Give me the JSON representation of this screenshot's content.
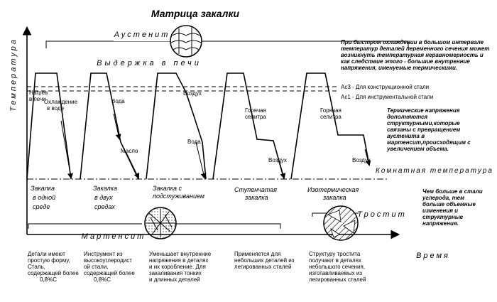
{
  "title": "Матрица закалки",
  "y_axis_label": "Температура",
  "x_axis_label": "Время",
  "austenite_label": "Аустенит",
  "hold_label": "Выдержка в печи",
  "martensite_label": "Мартенсит",
  "troostite_label": "Тростит",
  "room_temp_label": "Комнатная температура",
  "ac3_label": "Ac3 - Для конструкционной стали",
  "ac1_label": "Ac1 - Для инструментальной стали",
  "curve_labels": {
    "heating": "Нагрев в печи",
    "water_cooling": "Охлаждение в воде",
    "water": "Вода",
    "oil": "Масло",
    "air": "Воздух",
    "water2": "Вода",
    "hot_saltpeter": "Горячая селитра",
    "air2": "Воздух",
    "hot_saltpeter2": "Горячая селитра",
    "air3": "Воздух"
  },
  "methods": [
    "Закалка в одной среде",
    "Закалка в двух средах",
    "Закалка с подстуживанием",
    "Ступенчатая закалка",
    "Изотермическая закалка"
  ],
  "descriptions": [
    "Детали имеют простую форму, Сталь, содержащей более 0,8%С",
    "Инструмент из высокоуглеродистой стали, содержащей более 0,8%С",
    "Уменьшает внутренние напряжения в деталях и их коробление. Для закаливания тонких и длинных деталей",
    "Применяется для небольших деталей из легированных сталей",
    "Структуру тростита получают в деталях небольшого сечения, изготавливаемых из легированных сталей"
  ],
  "notes": {
    "note1": "При быстром охлаждении в большом интервале температур деталей переменного сечения может возникнуть температурная неравномерность и как следствие этого - большие внутренние напряжения, именуемые термическими.",
    "note2": "Термические напряжения дополняются структурными,которые связаны с превращением аустенита в мартенсит,происходящим с увеличением объема.",
    "note3": "Чем больше в стали углерода, тем больше объемные изменения и структурные напряжения."
  }
}
